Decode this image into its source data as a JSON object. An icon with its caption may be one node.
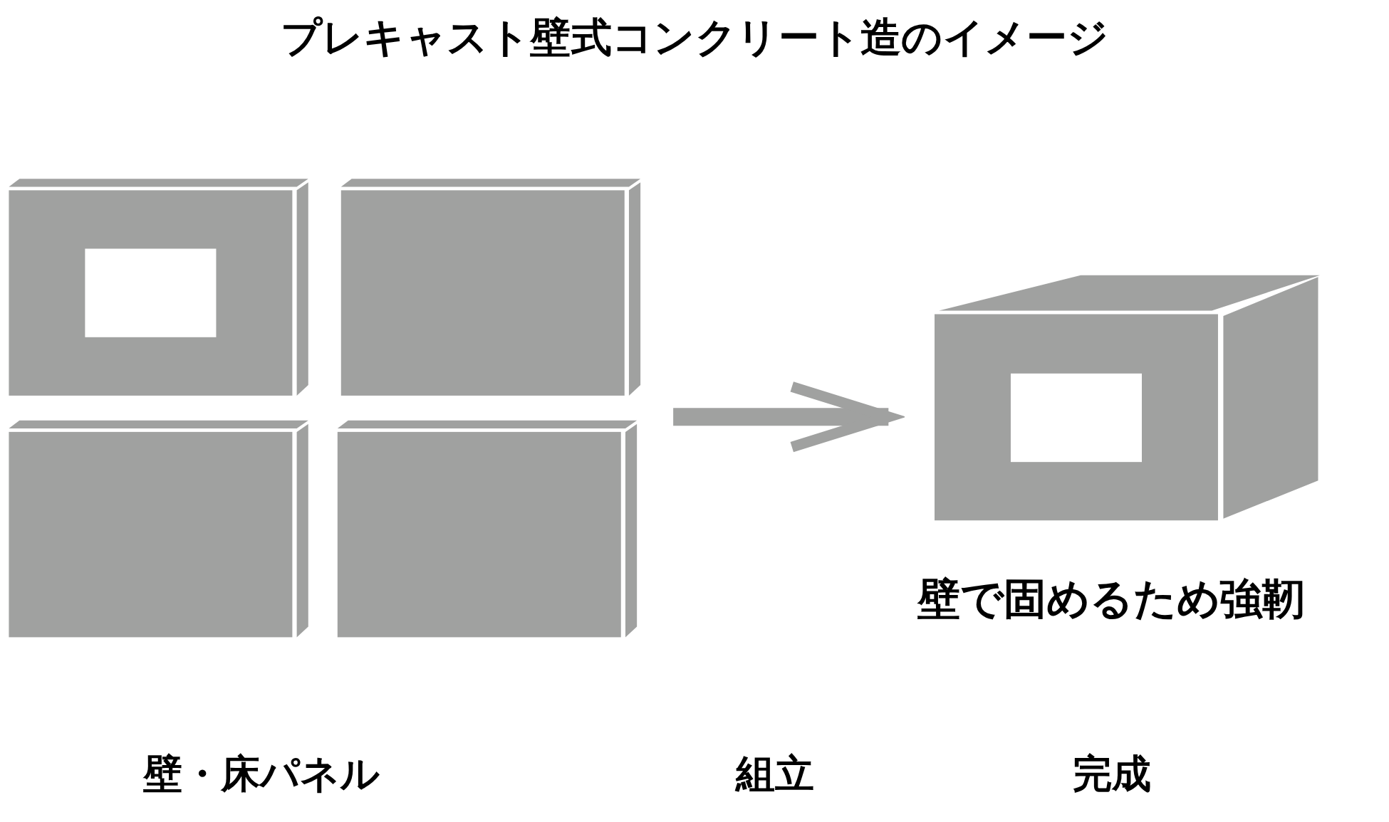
{
  "diagram": {
    "title": "プレキャスト壁式コンクリート造のイメージ",
    "nodes": [
      {
        "text": [],
        "shape": "picture"
      },
      {
        "text": [],
        "shape": "picture"
      }
    ],
    "edges": [
      {
        "from": 0,
        "to": 1,
        "arrow": "to"
      }
    ],
    "labels": [
      "壁で固めるため強靭",
      "壁・床パネル",
      "組立",
      "完成"
    ]
  }
}
